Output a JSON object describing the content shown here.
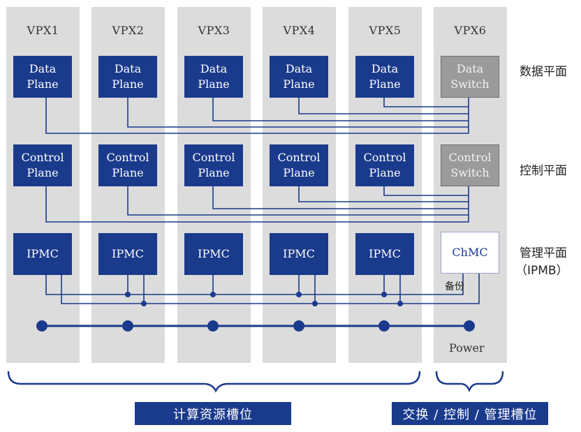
{
  "slots": [
    {
      "label": "VPX1",
      "data": "Data\nPlane",
      "control": "Control\nPlane",
      "mgmt": "IPMC"
    },
    {
      "label": "VPX2",
      "data": "Data\nPlane",
      "control": "Control\nPlane",
      "mgmt": "IPMC"
    },
    {
      "label": "VPX3",
      "data": "Data\nPlane",
      "control": "Control\nPlane",
      "mgmt": "IPMC"
    },
    {
      "label": "VPX4",
      "data": "Data\nPlane",
      "control": "Control\nPlane",
      "mgmt": "IPMC"
    },
    {
      "label": "VPX5",
      "data": "Data\nPlane",
      "control": "Control\nPlane",
      "mgmt": "IPMC"
    },
    {
      "label": "VPX6",
      "data": "Data\nSwitch",
      "control": "Control\nSwitch",
      "mgmt": "ChMC"
    }
  ],
  "planes": {
    "data": "数据平面",
    "control": "控制平面",
    "mgmt": "管理平面",
    "mgmt_sub": "（IPMB）"
  },
  "backup_label": "备份",
  "power_label": "Power",
  "footer": {
    "compute": "计算资源槽位",
    "switch": "交换 / 控制 / 管理槽位"
  },
  "colors": {
    "block": "#1a3a8c",
    "switch_block": "#9b9b9b",
    "slot_bg": "#dcdcdc",
    "wire": "#1a3a8c"
  }
}
